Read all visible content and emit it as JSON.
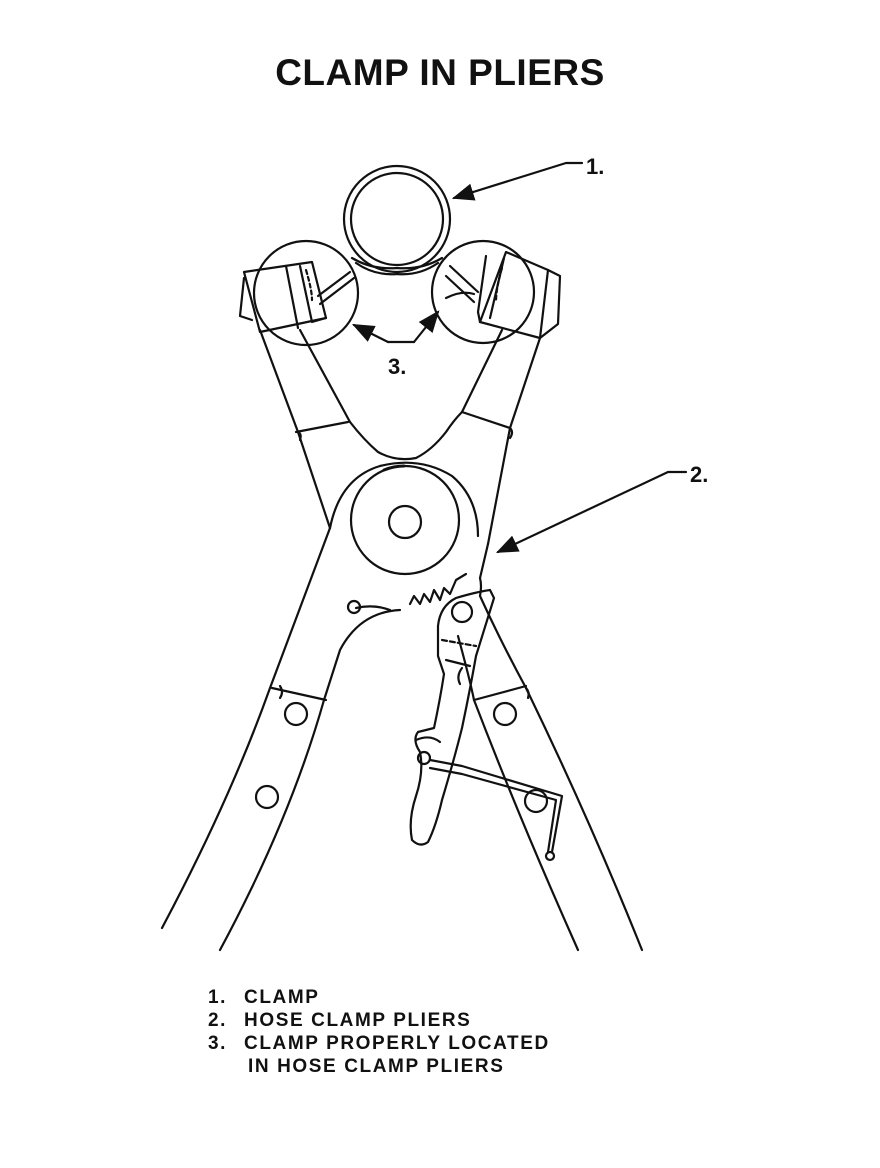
{
  "title": "CLAMP IN PLIERS",
  "callouts": [
    {
      "label": "1."
    },
    {
      "label": "2."
    },
    {
      "label": "3."
    }
  ],
  "legend": [
    {
      "num": "1.",
      "lines": [
        "CLAMP"
      ]
    },
    {
      "num": "2.",
      "lines": [
        "HOSE  CLAMP  PLIERS"
      ]
    },
    {
      "num": "3.",
      "lines": [
        "CLAMP  PROPERLY  LOCATED",
        "IN HOSE CLAMP PLIERS"
      ]
    }
  ]
}
